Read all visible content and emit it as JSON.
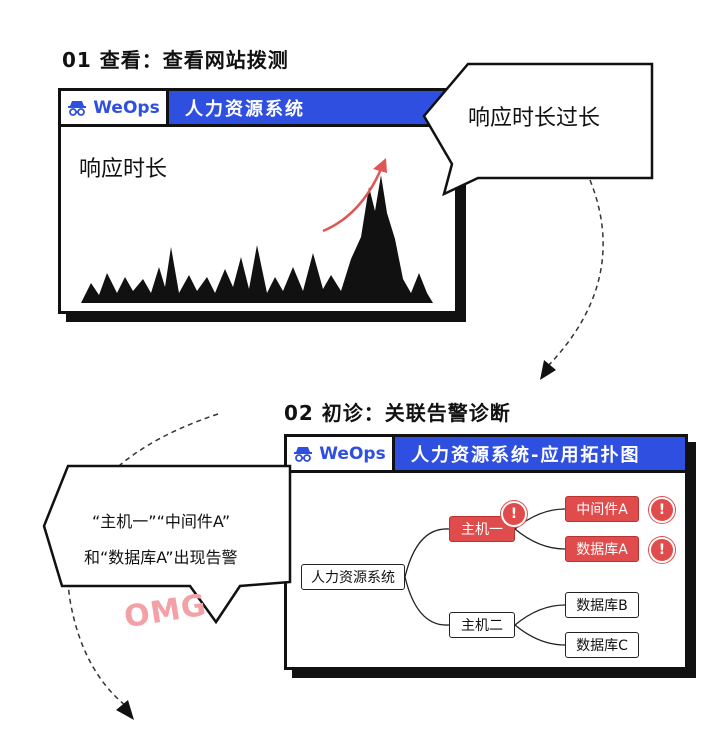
{
  "step1": {
    "title": "01 查看：查看网站拨测",
    "brand": "WeOps",
    "window_title": "人力资源系统",
    "metric_label": "响应时长",
    "bubble": "响应时长过长"
  },
  "step2": {
    "title": "02 初诊：关联告警诊断",
    "brand": "WeOps",
    "window_title": "人力资源系统-应用拓扑图",
    "alert_line1": "“主机一”“中间件A”",
    "alert_line2": "和“数据库A”出现告警",
    "exclaim": "OMG",
    "topology": {
      "root": "人力资源系统",
      "host1": "主机一",
      "host2": "主机二",
      "middleware_a": "中间件A",
      "db_a": "数据库A",
      "db_b": "数据库B",
      "db_c": "数据库C",
      "alert_mark": "!"
    }
  },
  "colors": {
    "brand_blue": "#2f4fe0",
    "alert_red": "#e04b4b",
    "arrow_red": "#e05555",
    "omg_pink": "#f3a0a6"
  }
}
